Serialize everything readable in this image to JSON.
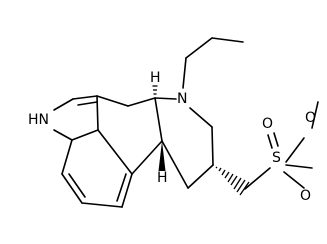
{
  "structure": {
    "atom_labels": {
      "indole_nh": "HN",
      "amine_n": "N",
      "sulfur": "S",
      "oxygen_top": "O",
      "oxygen_bottom": "O",
      "oxygen_ester": "O",
      "h_top": "H",
      "h_bottom": "H"
    }
  }
}
